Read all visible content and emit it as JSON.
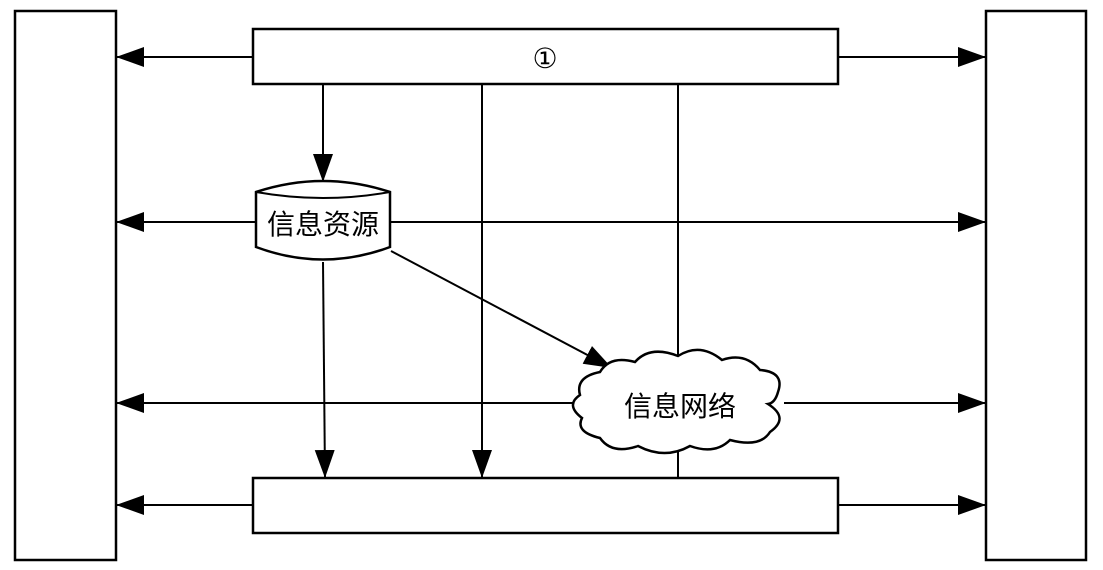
{
  "diagram": {
    "top_box": {
      "label": "①"
    },
    "bottom_box": {
      "label": ""
    },
    "left_box": {
      "label": ""
    },
    "right_box": {
      "label": ""
    },
    "info_resource": {
      "label": "信息资源",
      "shape": "cylinder"
    },
    "info_network": {
      "label": "信息网络",
      "shape": "cloud"
    },
    "edges": [
      {
        "from": "top_box",
        "to": "left_box",
        "directed": true
      },
      {
        "from": "top_box",
        "to": "right_box",
        "directed": true
      },
      {
        "from": "top_box",
        "to": "info_resource",
        "directed": true
      },
      {
        "from": "top_box",
        "to": "bottom_box",
        "directed": true
      },
      {
        "from": "top_box",
        "to": "info_network",
        "directed": false
      },
      {
        "from": "info_network",
        "to": "bottom_box",
        "directed": false
      },
      {
        "from": "info_resource",
        "to": "left_box",
        "directed": true
      },
      {
        "from": "info_resource",
        "to": "right_box",
        "directed": true
      },
      {
        "from": "info_resource",
        "to": "info_network",
        "directed": true
      },
      {
        "from": "info_resource",
        "to": "bottom_box",
        "directed": true
      },
      {
        "from": "info_network",
        "to": "left_box",
        "directed": true
      },
      {
        "from": "info_network",
        "to": "right_box",
        "directed": true
      },
      {
        "from": "bottom_box",
        "to": "left_box",
        "directed": true
      },
      {
        "from": "bottom_box",
        "to": "right_box",
        "directed": true
      }
    ]
  }
}
